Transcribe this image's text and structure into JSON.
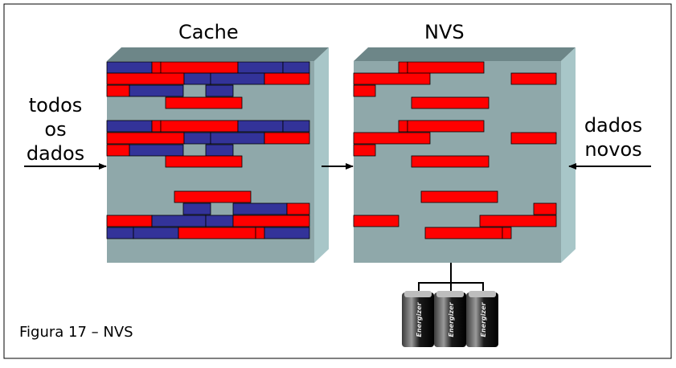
{
  "labels": {
    "cache_title": "Cache",
    "nvs_title": "NVS",
    "left_label": "todos os dados",
    "right_label": "dados novos",
    "caption": "Figura 17 – NVS"
  },
  "battery": {
    "brand": "Energizer",
    "count": 3
  },
  "colors": {
    "block_face": "#8fa8aa",
    "block_top": "#6d8688",
    "block_side": "#a8c6c8",
    "red": "#ff0000",
    "blue": "#333399",
    "frame": "#000000"
  }
}
